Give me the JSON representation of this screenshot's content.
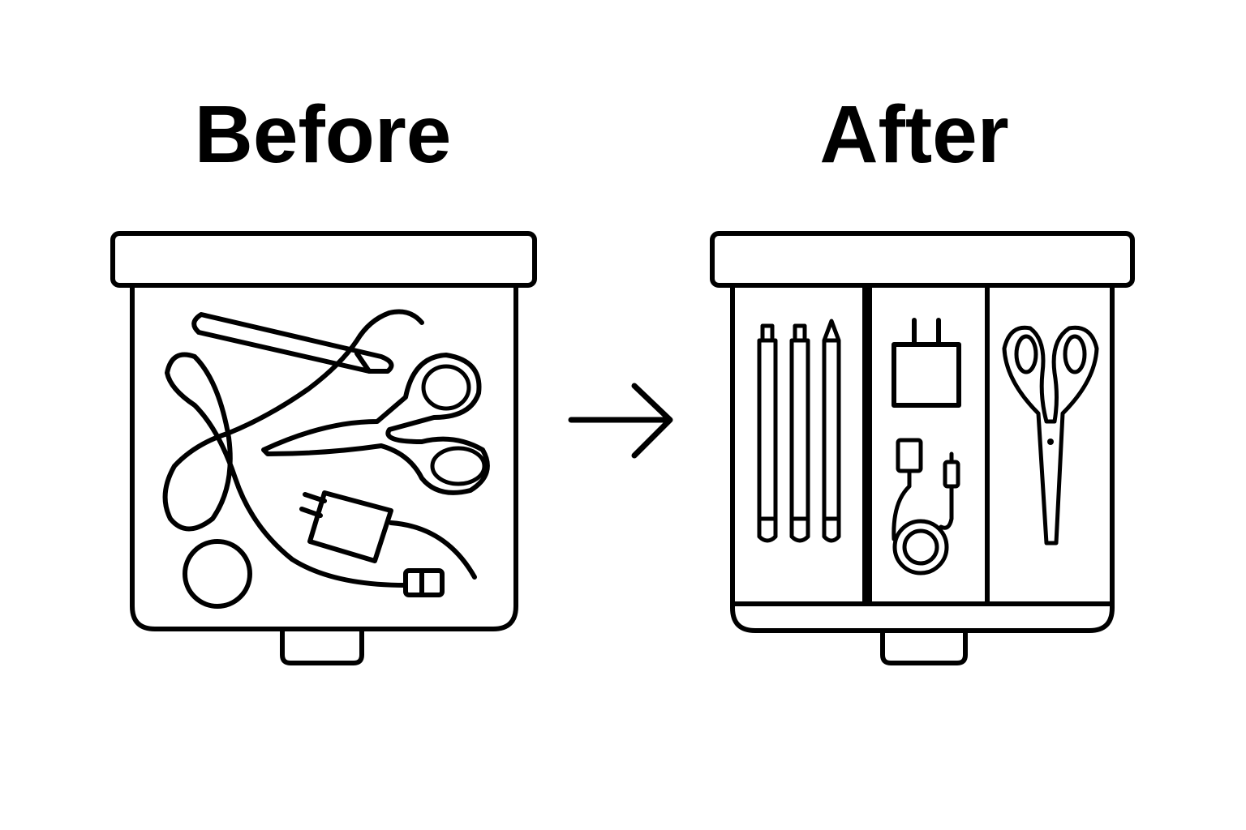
{
  "before": {
    "title": "Before"
  },
  "after": {
    "title": "After"
  },
  "colors": {
    "stroke": "#000000",
    "background": "#ffffff"
  },
  "icons": [
    "messy-drawer",
    "arrow-right-icon",
    "organized-drawer"
  ]
}
